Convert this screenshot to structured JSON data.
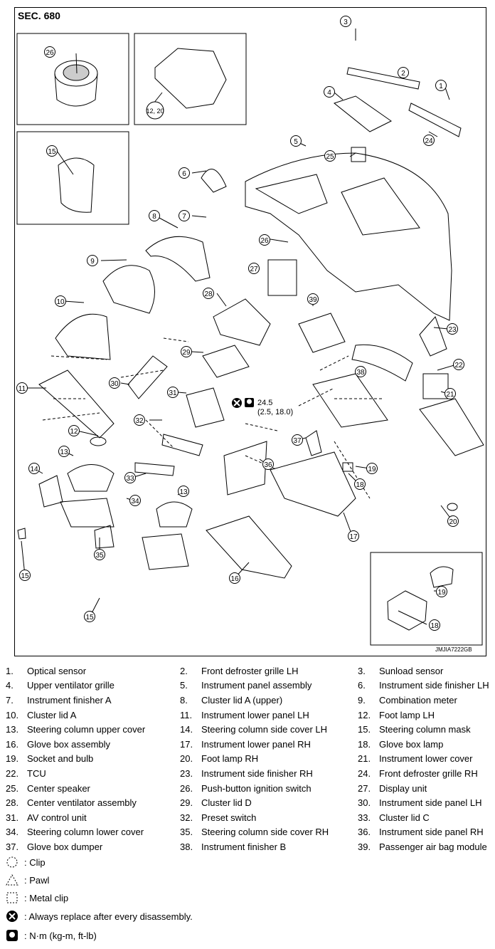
{
  "header": {
    "section": "SEC. 680",
    "drawing_code": "JMJIA7222GB"
  },
  "torque": {
    "value": "24.5",
    "alt": "(2.5, 18.0)"
  },
  "parts": [
    {
      "no": "1.",
      "name": "Optical sensor"
    },
    {
      "no": "2.",
      "name": "Front defroster grille LH"
    },
    {
      "no": "3.",
      "name": "Sunload sensor"
    },
    {
      "no": "4.",
      "name": "Upper ventilator grille"
    },
    {
      "no": "5.",
      "name": "Instrument panel assembly"
    },
    {
      "no": "6.",
      "name": "Instrument side finisher LH"
    },
    {
      "no": "7.",
      "name": "Instrument finisher A"
    },
    {
      "no": "8.",
      "name": "Cluster lid A (upper)"
    },
    {
      "no": "9.",
      "name": "Combination meter"
    },
    {
      "no": "10.",
      "name": "Cluster lid A"
    },
    {
      "no": "11.",
      "name": "Instrument lower panel LH"
    },
    {
      "no": "12.",
      "name": "Foot lamp LH"
    },
    {
      "no": "13.",
      "name": "Steering column upper cover"
    },
    {
      "no": "14.",
      "name": "Steering column side cover LH"
    },
    {
      "no": "15.",
      "name": "Steering column mask"
    },
    {
      "no": "16.",
      "name": "Glove box assembly"
    },
    {
      "no": "17.",
      "name": "Instrument lower panel RH"
    },
    {
      "no": "18.",
      "name": "Glove box lamp"
    },
    {
      "no": "19.",
      "name": "Socket and bulb"
    },
    {
      "no": "20.",
      "name": "Foot lamp RH"
    },
    {
      "no": "21.",
      "name": "Instrument lower cover"
    },
    {
      "no": "22.",
      "name": "TCU"
    },
    {
      "no": "23.",
      "name": "Instrument side finisher RH"
    },
    {
      "no": "24.",
      "name": "Front defroster grille RH"
    },
    {
      "no": "25.",
      "name": "Center speaker"
    },
    {
      "no": "26.",
      "name": "Push-button ignition switch"
    },
    {
      "no": "27.",
      "name": "Display unit"
    },
    {
      "no": "28.",
      "name": "Center ventilator assembly"
    },
    {
      "no": "29.",
      "name": "Cluster lid D"
    },
    {
      "no": "30.",
      "name": "Instrument side panel LH"
    },
    {
      "no": "31.",
      "name": "AV control unit"
    },
    {
      "no": "32.",
      "name": "Preset switch"
    },
    {
      "no": "33.",
      "name": "Cluster lid C"
    },
    {
      "no": "34.",
      "name": "Steering column lower cover"
    },
    {
      "no": "35.",
      "name": "Steering column side cover RH"
    },
    {
      "no": "36.",
      "name": "Instrument side panel RH"
    },
    {
      "no": "37.",
      "name": "Glove box dumper"
    },
    {
      "no": "38.",
      "name": "Instrument finisher B"
    },
    {
      "no": "39.",
      "name": "Passenger air bag module"
    }
  ],
  "symbols": [
    {
      "icon": "clip-icon",
      "text": ": Clip"
    },
    {
      "icon": "pawl-icon",
      "text": ": Pawl"
    },
    {
      "icon": "metal-clip-icon",
      "text": ": Metal clip"
    },
    {
      "icon": "always-replace-icon",
      "text": ": Always replace after every disassembly."
    },
    {
      "icon": "torque-icon",
      "text": ": N·m (kg-m, ft-lb)"
    }
  ],
  "callouts": [
    "26",
    "12, 20",
    "15",
    "3",
    "2",
    "4",
    "1",
    "24",
    "5",
    "25",
    "6",
    "7",
    "8",
    "9",
    "26",
    "27",
    "10",
    "28",
    "39",
    "23",
    "29",
    "22",
    "30",
    "38",
    "11",
    "31",
    "21",
    "32",
    "12",
    "37",
    "19",
    "13",
    "14",
    "33",
    "36",
    "18",
    "34",
    "13",
    "20",
    "17",
    "35",
    "16",
    "15",
    "15",
    "19",
    "18"
  ]
}
